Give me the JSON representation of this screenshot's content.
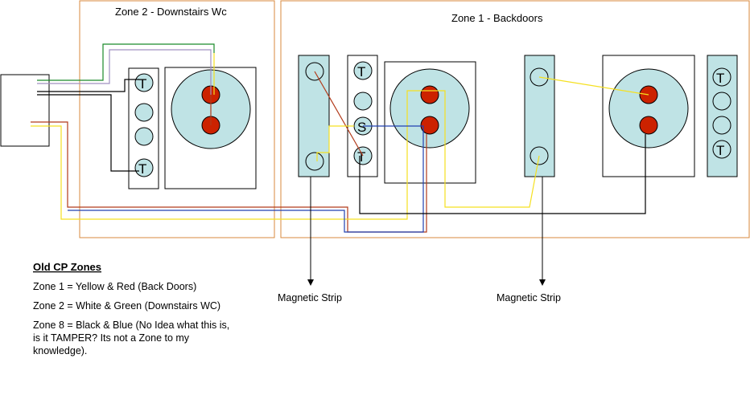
{
  "zones": {
    "zone2_title": "Zone 2 - Downstairs Wc",
    "zone1_title": "Zone 1  - Backdoors"
  },
  "terminals": {
    "t": "T",
    "s": "S"
  },
  "magnetic_strip_left": "Magnetic Strip",
  "magnetic_strip_right": "Magnetic Strip",
  "legend": {
    "title": "Old CP Zones",
    "zone1": "Zone 1 = Yellow & Red (Back Doors)",
    "zone2": "Zone 2 = White & Green (Downstairs WC)",
    "zone8_line1": "Zone 8 = Black & Blue (No Idea what this is,",
    "zone8_line2": "is it TAMPER? Its not a Zone to my",
    "zone8_line3": "knowledge)."
  },
  "colors": {
    "zone_border": "#d98a3c",
    "device_fill": "#bfe3e5",
    "contact_red": "#cc2200",
    "wire_yellow": "#f5e020",
    "wire_red": "#b23a1a",
    "wire_green": "#1a8a2a",
    "wire_white": "#a090c0",
    "wire_black": "#000000",
    "wire_blue": "#2040b0"
  }
}
